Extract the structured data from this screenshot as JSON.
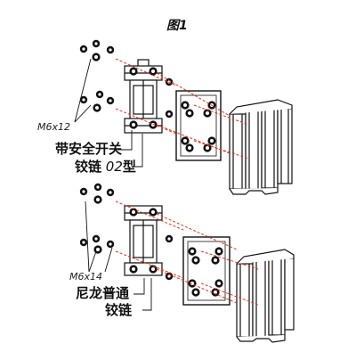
{
  "figure": {
    "title": "图1"
  },
  "top_assembly": {
    "screw_label": "M6x12",
    "name_line1": "带安全开关",
    "name_line2_prefix": "铰链",
    "name_line2_code": " 02",
    "name_line2_suffix": "型"
  },
  "bottom_assembly": {
    "screw_label": "M6x14",
    "name_line1": "尼龙普通",
    "name_line2": "铰链"
  },
  "colors": {
    "line": "#111111",
    "dash": "#e0341c",
    "white": "#ffffff"
  }
}
